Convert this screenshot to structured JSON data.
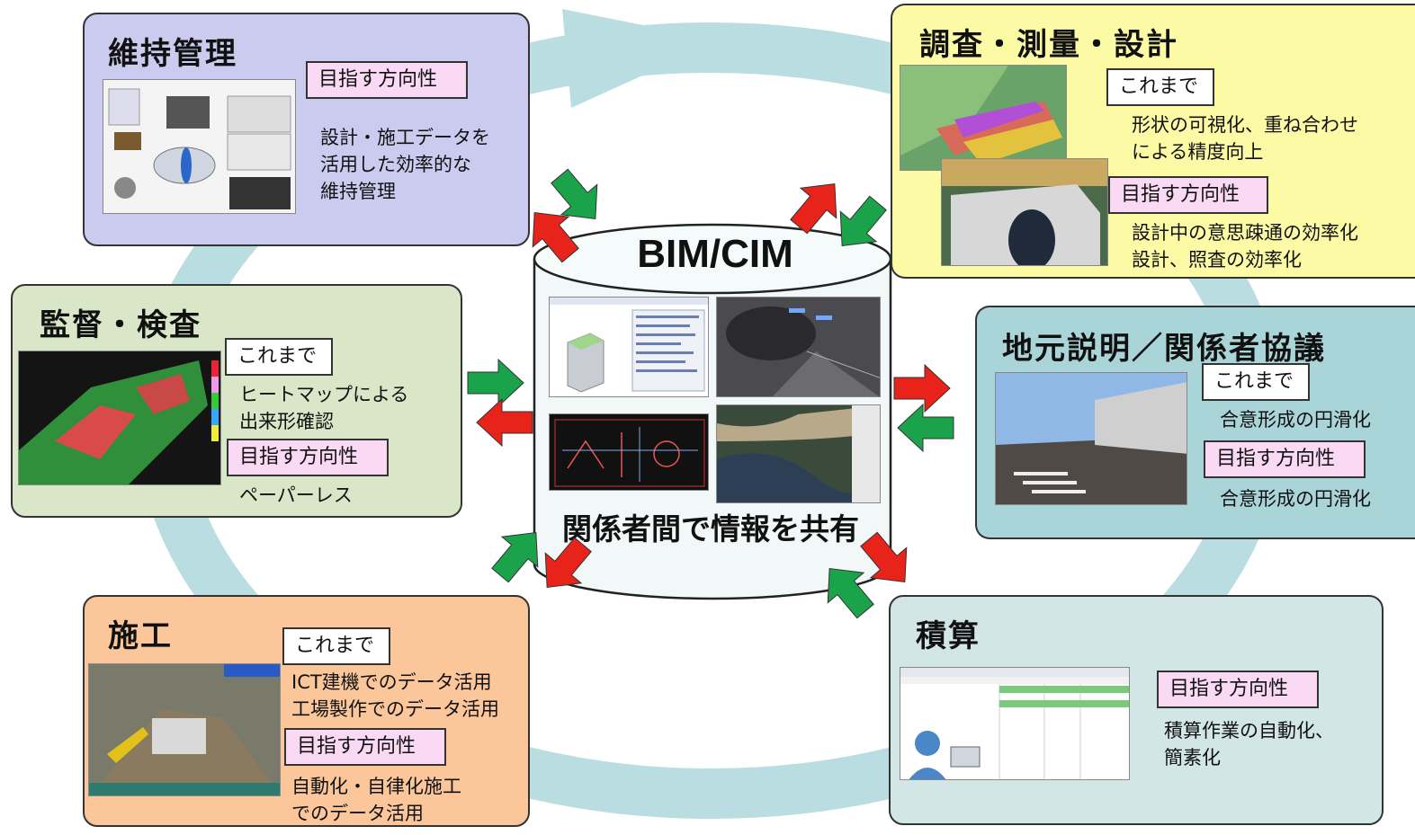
{
  "center": {
    "title": "BIM/CIM",
    "caption": "関係者間で情報を共有"
  },
  "panels": {
    "maintenance": {
      "title": "維持管理",
      "aim_label": "目指す方向性",
      "aim_text": "設計・施工データを\n活用した効率的な\n維持管理",
      "color": "#cbcbef"
    },
    "survey": {
      "title": "調査・測量・設計",
      "current_label": "これまで",
      "current_text": "形状の可視化、重ね合わせ\nによる精度向上",
      "aim_label": "目指す方向性",
      "aim_text": "設計中の意思疎通の効率化\n設計、照査の効率化",
      "color": "#fdfaa6"
    },
    "inspection": {
      "title": "監督・検査",
      "current_label": "これまで",
      "current_text": "ヒートマップによる\n出来形確認",
      "aim_label": "目指す方向性",
      "aim_text": "ペーパーレス",
      "color": "#d9e6c8"
    },
    "local": {
      "title": "地元説明／関係者協議",
      "current_label": "これまで",
      "current_text": "合意形成の円滑化",
      "aim_label": "目指す方向性",
      "aim_text": "合意形成の円滑化",
      "color": "#a9d4d8"
    },
    "construction": {
      "title": "施工",
      "current_label": "これまで",
      "current_text": "ICT建機でのデータ活用\n工場製作でのデータ活用",
      "aim_label": "目指す方向性",
      "aim_text": "自動化・自律化施工\nでのデータ活用",
      "color": "#fbc79a"
    },
    "estimation": {
      "title": "積算",
      "aim_label": "目指す方向性",
      "aim_text": "積算作業の自動化、\n簡素化",
      "color": "#d3e6e6"
    }
  },
  "colors": {
    "arrow_out": "#e8231a",
    "arrow_in": "#1aa34a",
    "cycle": "#b9dde0"
  }
}
